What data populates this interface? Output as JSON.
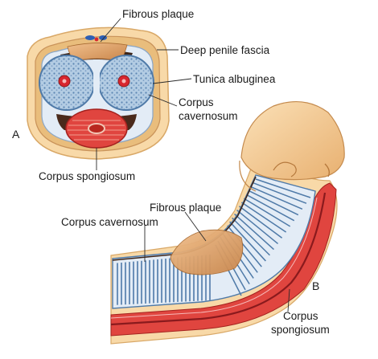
{
  "panel_a": {
    "panel_letter": "A",
    "labels": {
      "fibrous_plaque": "Fibrous plaque",
      "deep_penile_fascia": "Deep penile fascia",
      "tunica_albuginea": "Tunica albuginea",
      "corpus_cavernosum_line1": "Corpus",
      "corpus_cavernosum_line2": "cavernosum",
      "corpus_spongiosum": "Corpus spongiosum"
    }
  },
  "panel_b": {
    "panel_letter": "B",
    "labels": {
      "fibrous_plaque": "Fibrous plaque",
      "corpus_cavernosum": "Corpus cavernosum",
      "corpus_spongiosum_line1": "Corpus",
      "corpus_spongiosum_line2": "spongiosum"
    }
  },
  "colors": {
    "skin": "#f8d9a8",
    "skin_outline": "#d9a867",
    "fascia_band": "#e6b56f",
    "tunica": "#d8e4f0",
    "cavernosum_tissue": "#9bbad6",
    "cavernosum_dark": "#4f7aa8",
    "artery": "#d8262f",
    "spongiosum": "#e0453f",
    "plaque": "#e0a56b",
    "dark_cavity": "#3c2418"
  }
}
